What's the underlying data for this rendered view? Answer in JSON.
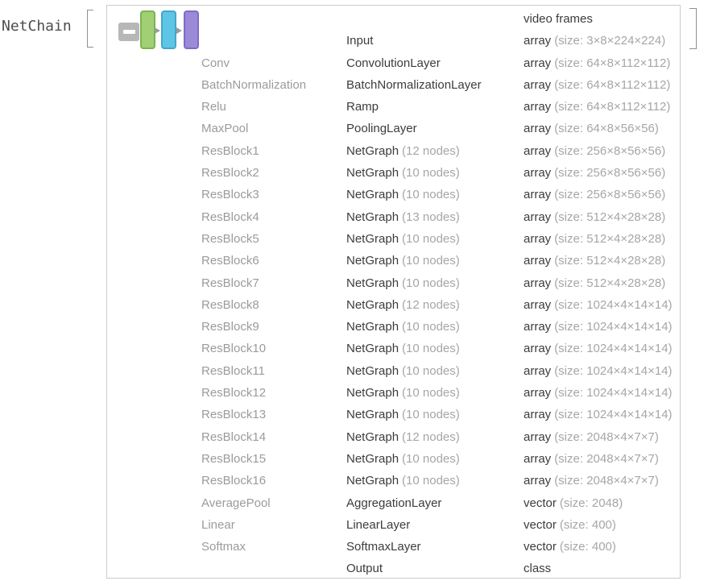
{
  "expression": {
    "head": "NetChain",
    "open_bracket": "[",
    "close_bracket": "]"
  },
  "icon": {
    "collapse_button": "collapse-summary-toggle",
    "blocks": [
      {
        "name": "green-layer-block",
        "fill": "#a0cf74",
        "border": "#7cb450"
      },
      {
        "name": "blue-layer-block",
        "fill": "#5ec5e6",
        "border": "#41a7c9"
      },
      {
        "name": "purple-layer-block",
        "fill": "#9a8ad8",
        "border": "#7e6cc9"
      }
    ],
    "arrow_color": "#9a9a9a",
    "button_color": "#b7b7b7"
  },
  "colors": {
    "panel_border": "#cbcbcb",
    "layer_name_gray": "#9b9b9b",
    "text_dark": "#3c3c3c",
    "note_gray": "#a6a6a6",
    "bracket_gray": "#909090",
    "head_label_gray": "#4d4d4d"
  },
  "rows": [
    {
      "name": "",
      "type": "",
      "type_note": "",
      "port": "video frames",
      "port_note": ""
    },
    {
      "name": "",
      "type": "Input",
      "type_note": "",
      "port": "array",
      "port_note": "(size: 3×8×224×224)"
    },
    {
      "name": "Conv",
      "type": "ConvolutionLayer",
      "type_note": "",
      "port": "array",
      "port_note": "(size: 64×8×112×112)"
    },
    {
      "name": "BatchNormalization",
      "type": "BatchNormalizationLayer",
      "type_note": "",
      "port": "array",
      "port_note": "(size: 64×8×112×112)"
    },
    {
      "name": "Relu",
      "type": "Ramp",
      "type_note": "",
      "port": "array",
      "port_note": "(size: 64×8×112×112)"
    },
    {
      "name": "MaxPool",
      "type": "PoolingLayer",
      "type_note": "",
      "port": "array",
      "port_note": "(size: 64×8×56×56)"
    },
    {
      "name": "ResBlock1",
      "type": "NetGraph",
      "type_note": "(12 nodes)",
      "port": "array",
      "port_note": "(size: 256×8×56×56)"
    },
    {
      "name": "ResBlock2",
      "type": "NetGraph",
      "type_note": "(10 nodes)",
      "port": "array",
      "port_note": "(size: 256×8×56×56)"
    },
    {
      "name": "ResBlock3",
      "type": "NetGraph",
      "type_note": "(10 nodes)",
      "port": "array",
      "port_note": "(size: 256×8×56×56)"
    },
    {
      "name": "ResBlock4",
      "type": "NetGraph",
      "type_note": "(13 nodes)",
      "port": "array",
      "port_note": "(size: 512×4×28×28)"
    },
    {
      "name": "ResBlock5",
      "type": "NetGraph",
      "type_note": "(10 nodes)",
      "port": "array",
      "port_note": "(size: 512×4×28×28)"
    },
    {
      "name": "ResBlock6",
      "type": "NetGraph",
      "type_note": "(10 nodes)",
      "port": "array",
      "port_note": "(size: 512×4×28×28)"
    },
    {
      "name": "ResBlock7",
      "type": "NetGraph",
      "type_note": "(10 nodes)",
      "port": "array",
      "port_note": "(size: 512×4×28×28)"
    },
    {
      "name": "ResBlock8",
      "type": "NetGraph",
      "type_note": "(12 nodes)",
      "port": "array",
      "port_note": "(size: 1024×4×14×14)"
    },
    {
      "name": "ResBlock9",
      "type": "NetGraph",
      "type_note": "(10 nodes)",
      "port": "array",
      "port_note": "(size: 1024×4×14×14)"
    },
    {
      "name": "ResBlock10",
      "type": "NetGraph",
      "type_note": "(10 nodes)",
      "port": "array",
      "port_note": "(size: 1024×4×14×14)"
    },
    {
      "name": "ResBlock11",
      "type": "NetGraph",
      "type_note": "(10 nodes)",
      "port": "array",
      "port_note": "(size: 1024×4×14×14)"
    },
    {
      "name": "ResBlock12",
      "type": "NetGraph",
      "type_note": "(10 nodes)",
      "port": "array",
      "port_note": "(size: 1024×4×14×14)"
    },
    {
      "name": "ResBlock13",
      "type": "NetGraph",
      "type_note": "(10 nodes)",
      "port": "array",
      "port_note": "(size: 1024×4×14×14)"
    },
    {
      "name": "ResBlock14",
      "type": "NetGraph",
      "type_note": "(12 nodes)",
      "port": "array",
      "port_note": "(size: 2048×4×7×7)"
    },
    {
      "name": "ResBlock15",
      "type": "NetGraph",
      "type_note": "(10 nodes)",
      "port": "array",
      "port_note": "(size: 2048×4×7×7)"
    },
    {
      "name": "ResBlock16",
      "type": "NetGraph",
      "type_note": "(10 nodes)",
      "port": "array",
      "port_note": "(size: 2048×4×7×7)"
    },
    {
      "name": "AveragePool",
      "type": "AggregationLayer",
      "type_note": "",
      "port": "vector",
      "port_note": "(size: 2048)"
    },
    {
      "name": "Linear",
      "type": "LinearLayer",
      "type_note": "",
      "port": "vector",
      "port_note": "(size: 400)"
    },
    {
      "name": "Softmax",
      "type": "SoftmaxLayer",
      "type_note": "",
      "port": "vector",
      "port_note": "(size: 400)"
    },
    {
      "name": "",
      "type": "Output",
      "type_note": "",
      "port": "class",
      "port_note": ""
    }
  ]
}
